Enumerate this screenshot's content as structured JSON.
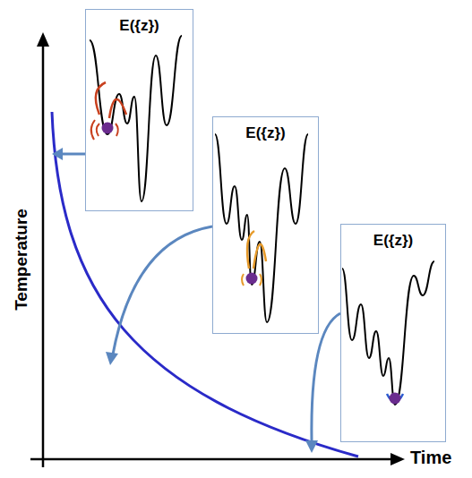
{
  "diagram": {
    "nodes": [
      {
        "text": [
          "E({z})"
        ]
      },
      {
        "text": [
          "E({z})"
        ]
      },
      {
        "text": [
          "E({z})"
        ]
      }
    ],
    "labels": [
      "Temperature",
      "Time"
    ]
  }
}
